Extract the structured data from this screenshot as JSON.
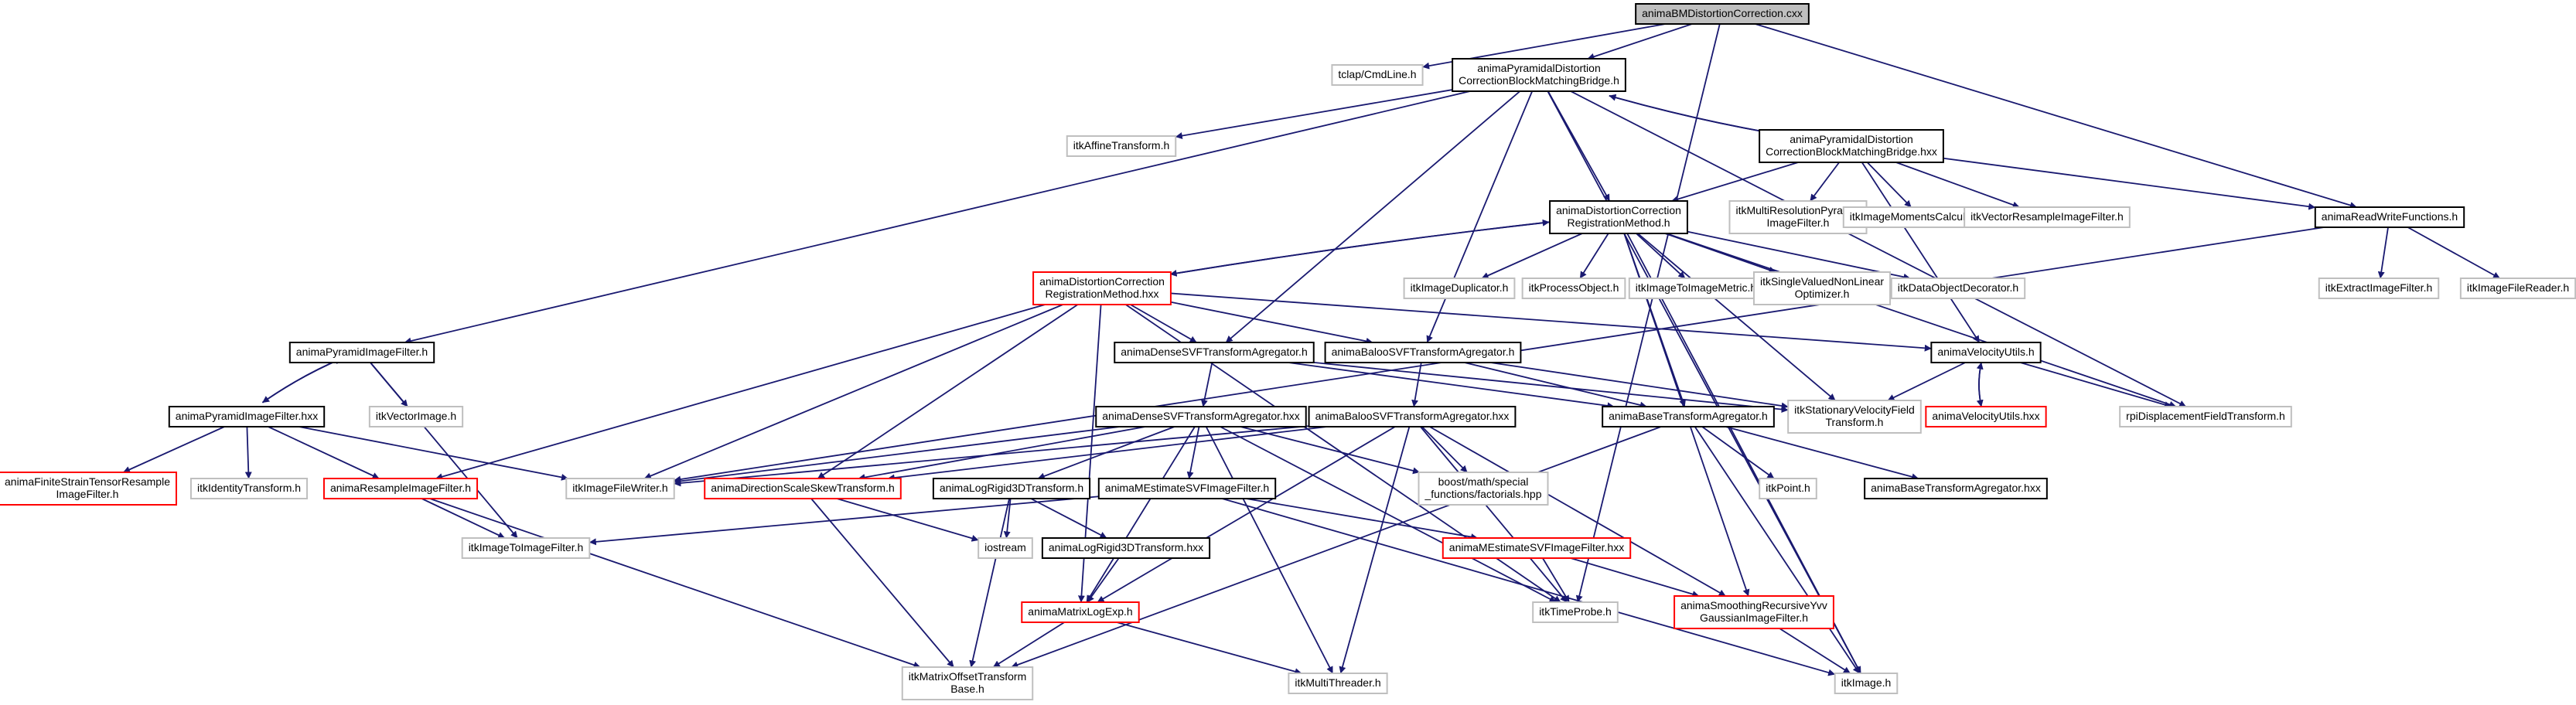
{
  "colors": {
    "edge": "#191970",
    "root_fill": "#bfbfbf",
    "root_border": "#000000",
    "documented_border": "#000000",
    "external_border": "#bfbfbf",
    "truncated_border": "#ff0000",
    "text": "#000000"
  },
  "nodes": [
    {
      "id": "root",
      "kind": "root",
      "lines": [
        "animaBMDistortionCorrection.cxx"
      ]
    },
    {
      "id": "tclap",
      "kind": "external",
      "lines": [
        "tclap/CmdLine.h"
      ]
    },
    {
      "id": "pdc_bridge_h",
      "kind": "documented",
      "lines": [
        "animaPyramidalDistortion",
        "CorrectionBlockMatchingBridge.h"
      ]
    },
    {
      "id": "rwf",
      "kind": "documented",
      "lines": [
        "animaReadWriteFunctions.h"
      ]
    },
    {
      "id": "affine",
      "kind": "external",
      "lines": [
        "itkAffineTransform.h"
      ]
    },
    {
      "id": "pdc_bridge_hxx",
      "kind": "documented",
      "lines": [
        "animaPyramidalDistortion",
        "CorrectionBlockMatchingBridge.hxx"
      ]
    },
    {
      "id": "multires",
      "kind": "external",
      "lines": [
        "itkMultiResolutionPyramid",
        "ImageFilter.h"
      ]
    },
    {
      "id": "moments",
      "kind": "external",
      "lines": [
        "itkImageMomentsCalculator.h"
      ]
    },
    {
      "id": "vecresample",
      "kind": "external",
      "lines": [
        "itkVectorResampleImageFilter.h"
      ]
    },
    {
      "id": "dcrm_h",
      "kind": "documented",
      "lines": [
        "animaDistortionCorrection",
        "RegistrationMethod.h"
      ]
    },
    {
      "id": "extract",
      "kind": "external",
      "lines": [
        "itkExtractImageFilter.h"
      ]
    },
    {
      "id": "filereader",
      "kind": "external",
      "lines": [
        "itkImageFileReader.h"
      ]
    },
    {
      "id": "dcrm_hxx",
      "kind": "truncated",
      "lines": [
        "animaDistortionCorrection",
        "RegistrationMethod.hxx"
      ]
    },
    {
      "id": "duplicator",
      "kind": "external",
      "lines": [
        "itkImageDuplicator.h"
      ]
    },
    {
      "id": "processobj",
      "kind": "external",
      "lines": [
        "itkProcessObject.h"
      ]
    },
    {
      "id": "img2imgmetric",
      "kind": "external",
      "lines": [
        "itkImageToImageMetric.h"
      ]
    },
    {
      "id": "singlevalued",
      "kind": "external",
      "lines": [
        "itkSingleValuedNonLinear",
        "Optimizer.h"
      ]
    },
    {
      "id": "dataobjdec",
      "kind": "external",
      "lines": [
        "itkDataObjectDecorator.h"
      ]
    },
    {
      "id": "pyrfilter_h",
      "kind": "documented",
      "lines": [
        "animaPyramidImageFilter.h"
      ]
    },
    {
      "id": "densesvf_h",
      "kind": "documented",
      "lines": [
        "animaDenseSVFTransformAgregator.h"
      ]
    },
    {
      "id": "baloosvf_h",
      "kind": "documented",
      "lines": [
        "animaBalooSVFTransformAgregator.h"
      ]
    },
    {
      "id": "velutils_h",
      "kind": "documented",
      "lines": [
        "animaVelocityUtils.h"
      ]
    },
    {
      "id": "vectorimage",
      "kind": "external",
      "lines": [
        "itkVectorImage.h"
      ]
    },
    {
      "id": "statvel",
      "kind": "external",
      "lines": [
        "itkStationaryVelocityField",
        "Transform.h"
      ]
    },
    {
      "id": "baseagg_h",
      "kind": "documented",
      "lines": [
        "animaBaseTransformAgregator.h"
      ]
    },
    {
      "id": "velutils_hxx",
      "kind": "truncated",
      "lines": [
        "animaVelocityUtils.hxx"
      ]
    },
    {
      "id": "rpidisp",
      "kind": "external",
      "lines": [
        "rpiDisplacementFieldTransform.h"
      ]
    },
    {
      "id": "pyrfilter_hxx",
      "kind": "documented",
      "lines": [
        "animaPyramidImageFilter.hxx"
      ]
    },
    {
      "id": "densesvf_hxx",
      "kind": "documented",
      "lines": [
        "animaDenseSVFTransformAgregator.hxx"
      ]
    },
    {
      "id": "baloosvf_hxx",
      "kind": "documented",
      "lines": [
        "animaBalooSVFTransformAgregator.hxx"
      ]
    },
    {
      "id": "finitestrain",
      "kind": "truncated",
      "lines": [
        "animaFiniteStrainTensorResample",
        "ImageFilter.h"
      ]
    },
    {
      "id": "identity",
      "kind": "external",
      "lines": [
        "itkIdentityTransform.h"
      ]
    },
    {
      "id": "resample",
      "kind": "truncated",
      "lines": [
        "animaResampleImageFilter.h"
      ]
    },
    {
      "id": "filewriter",
      "kind": "external",
      "lines": [
        "itkImageFileWriter.h"
      ]
    },
    {
      "id": "dirscaleskew",
      "kind": "truncated",
      "lines": [
        "animaDirectionScaleSkewTransform.h"
      ]
    },
    {
      "id": "logrigid_h",
      "kind": "documented",
      "lines": [
        "animaLogRigid3DTransform.h"
      ]
    },
    {
      "id": "mestimate_h",
      "kind": "documented",
      "lines": [
        "animaMEstimateSVFImageFilter.h"
      ]
    },
    {
      "id": "boostfact",
      "kind": "external",
      "lines": [
        "boost/math/special",
        "_functions/factorials.hpp"
      ]
    },
    {
      "id": "itkpoint",
      "kind": "external",
      "lines": [
        "itkPoint.h"
      ]
    },
    {
      "id": "baseagg_hxx",
      "kind": "documented",
      "lines": [
        "animaBaseTransformAgregator.hxx"
      ]
    },
    {
      "id": "img2imgfilter",
      "kind": "external",
      "lines": [
        "itkImageToImageFilter.h"
      ]
    },
    {
      "id": "iostream",
      "kind": "external",
      "lines": [
        "iostream"
      ]
    },
    {
      "id": "logrigid_hxx",
      "kind": "documented",
      "lines": [
        "animaLogRigid3DTransform.hxx"
      ]
    },
    {
      "id": "mestimate_hxx",
      "kind": "truncated",
      "lines": [
        "animaMEstimateSVFImageFilter.hxx"
      ]
    },
    {
      "id": "matrixlogexp",
      "kind": "truncated",
      "lines": [
        "animaMatrixLogExp.h"
      ]
    },
    {
      "id": "timeprobe",
      "kind": "external",
      "lines": [
        "itkTimeProbe.h"
      ]
    },
    {
      "id": "smoothing",
      "kind": "truncated",
      "lines": [
        "animaSmoothingRecursiveYvv",
        "GaussianImageFilter.h"
      ]
    },
    {
      "id": "matrixoffset",
      "kind": "external",
      "lines": [
        "itkMatrixOffsetTransform",
        "Base.h"
      ]
    },
    {
      "id": "multithreader",
      "kind": "external",
      "lines": [
        "itkMultiThreader.h"
      ]
    },
    {
      "id": "itkimage",
      "kind": "external",
      "lines": [
        "itkImage.h"
      ]
    }
  ],
  "edges": [
    {
      "from": "root",
      "to": "tclap"
    },
    {
      "from": "root",
      "to": "pdc_bridge_h"
    },
    {
      "from": "root",
      "to": "rwf"
    },
    {
      "from": "root",
      "to": "timeprobe"
    },
    {
      "from": "pdc_bridge_h",
      "to": "affine"
    },
    {
      "from": "pdc_bridge_h",
      "to": "pdc_bridge_hxx"
    },
    {
      "from": "pdc_bridge_h",
      "to": "pyrfilter_h"
    },
    {
      "from": "pdc_bridge_h",
      "to": "densesvf_h"
    },
    {
      "from": "pdc_bridge_h",
      "to": "baloosvf_h"
    },
    {
      "from": "pdc_bridge_h",
      "to": "rpidisp"
    },
    {
      "from": "pdc_bridge_h",
      "to": "dcrm_h"
    },
    {
      "from": "pdc_bridge_h",
      "to": "itkimage"
    },
    {
      "from": "pdc_bridge_hxx",
      "to": "pdc_bridge_h"
    },
    {
      "from": "pdc_bridge_hxx",
      "to": "multires"
    },
    {
      "from": "pdc_bridge_hxx",
      "to": "moments"
    },
    {
      "from": "pdc_bridge_hxx",
      "to": "vecresample"
    },
    {
      "from": "pdc_bridge_hxx",
      "to": "dcrm_h"
    },
    {
      "from": "pdc_bridge_hxx",
      "to": "rwf"
    },
    {
      "from": "pdc_bridge_hxx",
      "to": "velutils_h"
    },
    {
      "from": "rwf",
      "to": "extract"
    },
    {
      "from": "rwf",
      "to": "filereader"
    },
    {
      "from": "rwf",
      "to": "filewriter"
    },
    {
      "from": "dcrm_h",
      "to": "duplicator"
    },
    {
      "from": "dcrm_h",
      "to": "processobj"
    },
    {
      "from": "dcrm_h",
      "to": "img2imgmetric"
    },
    {
      "from": "dcrm_h",
      "to": "singlevalued"
    },
    {
      "from": "dcrm_h",
      "to": "dataobjdec"
    },
    {
      "from": "dcrm_h",
      "to": "dcrm_hxx"
    },
    {
      "from": "dcrm_h",
      "to": "rpidisp"
    },
    {
      "from": "dcrm_h",
      "to": "baseagg_h"
    },
    {
      "from": "dcrm_h",
      "to": "statvel"
    },
    {
      "from": "dcrm_h",
      "to": "smoothing"
    },
    {
      "from": "dcrm_h",
      "to": "itkimage"
    },
    {
      "from": "dcrm_hxx",
      "to": "dcrm_h"
    },
    {
      "from": "dcrm_hxx",
      "to": "densesvf_h"
    },
    {
      "from": "dcrm_hxx",
      "to": "baloosvf_h"
    },
    {
      "from": "dcrm_hxx",
      "to": "velutils_h"
    },
    {
      "from": "dcrm_hxx",
      "to": "resample"
    },
    {
      "from": "dcrm_hxx",
      "to": "filewriter"
    },
    {
      "from": "dcrm_hxx",
      "to": "dirscaleskew"
    },
    {
      "from": "dcrm_hxx",
      "to": "matrixlogexp"
    },
    {
      "from": "dcrm_hxx",
      "to": "timeprobe"
    },
    {
      "from": "pyrfilter_h",
      "to": "vectorimage"
    },
    {
      "from": "pyrfilter_h",
      "to": "pyrfilter_hxx"
    },
    {
      "from": "pyrfilter_h",
      "to": "img2imgfilter"
    },
    {
      "from": "pyrfilter_hxx",
      "to": "pyrfilter_h"
    },
    {
      "from": "pyrfilter_hxx",
      "to": "finitestrain"
    },
    {
      "from": "pyrfilter_hxx",
      "to": "identity"
    },
    {
      "from": "pyrfilter_hxx",
      "to": "resample"
    },
    {
      "from": "pyrfilter_hxx",
      "to": "filewriter"
    },
    {
      "from": "densesvf_h",
      "to": "densesvf_hxx"
    },
    {
      "from": "densesvf_h",
      "to": "baseagg_h"
    },
    {
      "from": "densesvf_h",
      "to": "statvel"
    },
    {
      "from": "baloosvf_h",
      "to": "baloosvf_hxx"
    },
    {
      "from": "baloosvf_h",
      "to": "baseagg_h"
    },
    {
      "from": "baloosvf_h",
      "to": "statvel"
    },
    {
      "from": "velutils_h",
      "to": "statvel"
    },
    {
      "from": "velutils_h",
      "to": "velutils_hxx"
    },
    {
      "from": "velutils_h",
      "to": "rpidisp"
    },
    {
      "from": "velutils_hxx",
      "to": "velutils_h"
    },
    {
      "from": "baseagg_h",
      "to": "itkpoint"
    },
    {
      "from": "baseagg_h",
      "to": "baseagg_hxx"
    },
    {
      "from": "baseagg_h",
      "to": "matrixoffset"
    },
    {
      "from": "baseagg_h",
      "to": "itkimage"
    },
    {
      "from": "densesvf_hxx",
      "to": "filewriter"
    },
    {
      "from": "densesvf_hxx",
      "to": "dirscaleskew"
    },
    {
      "from": "densesvf_hxx",
      "to": "logrigid_h"
    },
    {
      "from": "densesvf_hxx",
      "to": "mestimate_h"
    },
    {
      "from": "densesvf_hxx",
      "to": "boostfact"
    },
    {
      "from": "densesvf_hxx",
      "to": "matrixlogexp"
    },
    {
      "from": "densesvf_hxx",
      "to": "timeprobe"
    },
    {
      "from": "densesvf_hxx",
      "to": "multithreader"
    },
    {
      "from": "baloosvf_hxx",
      "to": "filewriter"
    },
    {
      "from": "baloosvf_hxx",
      "to": "dirscaleskew"
    },
    {
      "from": "baloosvf_hxx",
      "to": "boostfact"
    },
    {
      "from": "baloosvf_hxx",
      "to": "matrixlogexp"
    },
    {
      "from": "baloosvf_hxx",
      "to": "timeprobe"
    },
    {
      "from": "baloosvf_hxx",
      "to": "smoothing"
    },
    {
      "from": "baloosvf_hxx",
      "to": "multithreader"
    },
    {
      "from": "resample",
      "to": "img2imgfilter"
    },
    {
      "from": "resample",
      "to": "matrixoffset"
    },
    {
      "from": "dirscaleskew",
      "to": "iostream"
    },
    {
      "from": "dirscaleskew",
      "to": "matrixoffset"
    },
    {
      "from": "logrigid_h",
      "to": "iostream"
    },
    {
      "from": "logrigid_h",
      "to": "logrigid_hxx"
    },
    {
      "from": "logrigid_h",
      "to": "matrixoffset"
    },
    {
      "from": "logrigid_hxx",
      "to": "matrixlogexp"
    },
    {
      "from": "mestimate_h",
      "to": "img2imgfilter"
    },
    {
      "from": "mestimate_h",
      "to": "mestimate_hxx"
    },
    {
      "from": "mestimate_h",
      "to": "itkimage"
    },
    {
      "from": "mestimate_hxx",
      "to": "timeprobe"
    },
    {
      "from": "mestimate_hxx",
      "to": "smoothing"
    },
    {
      "from": "matrixlogexp",
      "to": "matrixoffset"
    },
    {
      "from": "matrixlogexp",
      "to": "multithreader"
    },
    {
      "from": "smoothing",
      "to": "itkimage"
    }
  ]
}
